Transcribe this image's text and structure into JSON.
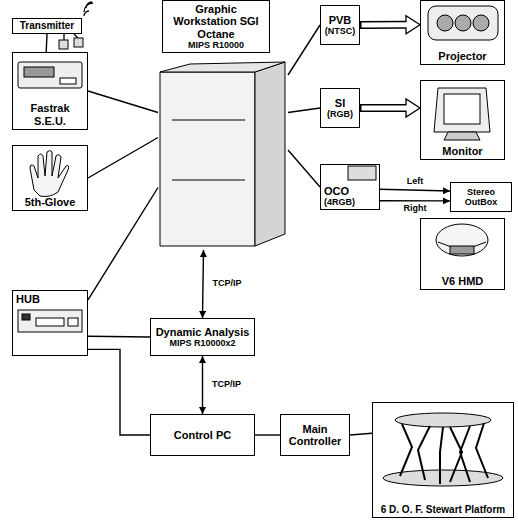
{
  "diagram": {
    "nodes": [
      {
        "text": [
          "Transmitter"
        ]
      },
      {
        "text": [
          "Fastrak S.E.U."
        ]
      },
      {
        "text": [
          "5th-Glove"
        ]
      },
      {
        "text": [
          "HUB"
        ]
      },
      {
        "text": [
          "Graphic Workstation SGI Octane",
          "MIPS R10000"
        ]
      },
      {
        "text": [
          "Dynamic Analysis",
          "MIPS R10000x2"
        ]
      },
      {
        "text": [
          "Control PC"
        ]
      },
      {
        "text": [
          "Main Controller"
        ]
      },
      {
        "text": [
          "PVB",
          "(NTSC)"
        ]
      },
      {
        "text": [
          "SI",
          "(RGB)"
        ]
      },
      {
        "text": [
          "OCO",
          "(4RGB)"
        ]
      },
      {
        "text": [
          "Projector"
        ]
      },
      {
        "text": [
          "Monitor"
        ]
      },
      {
        "text": [
          "Stereo OutBox"
        ]
      },
      {
        "text": [
          "V6 HMD"
        ]
      },
      {
        "text": [
          "6 D. O. F. Stewart Platform"
        ]
      }
    ],
    "edges": [
      {
        "from": 0,
        "to": 1,
        "arrow": "none"
      },
      {
        "from": 1,
        "to": 4,
        "arrow": "none"
      },
      {
        "from": 2,
        "to": 4,
        "arrow": "none"
      },
      {
        "from": 3,
        "to": 4,
        "arrow": "none"
      },
      {
        "from": 4,
        "to": 5,
        "arrow": "both",
        "label": "TCP/IP"
      },
      {
        "from": 5,
        "to": 6,
        "arrow": "both",
        "label": "TCP/IP"
      },
      {
        "from": 3,
        "to": 5,
        "arrow": "none"
      },
      {
        "from": 3,
        "to": 6,
        "arrow": "none"
      },
      {
        "from": 6,
        "to": 7,
        "arrow": "none"
      },
      {
        "from": 7,
        "to": 15,
        "arrow": "none"
      },
      {
        "from": 4,
        "to": 8,
        "arrow": "none"
      },
      {
        "from": 4,
        "to": 9,
        "arrow": "none"
      },
      {
        "from": 4,
        "to": 10,
        "arrow": "none"
      },
      {
        "from": 8,
        "to": 11,
        "arrow": "to"
      },
      {
        "from": 9,
        "to": 12,
        "arrow": "to"
      },
      {
        "from": 10,
        "to": 13,
        "arrow": "to",
        "label": "Left"
      },
      {
        "from": 10,
        "to": 13,
        "arrow": "to",
        "label": "Right"
      }
    ]
  }
}
